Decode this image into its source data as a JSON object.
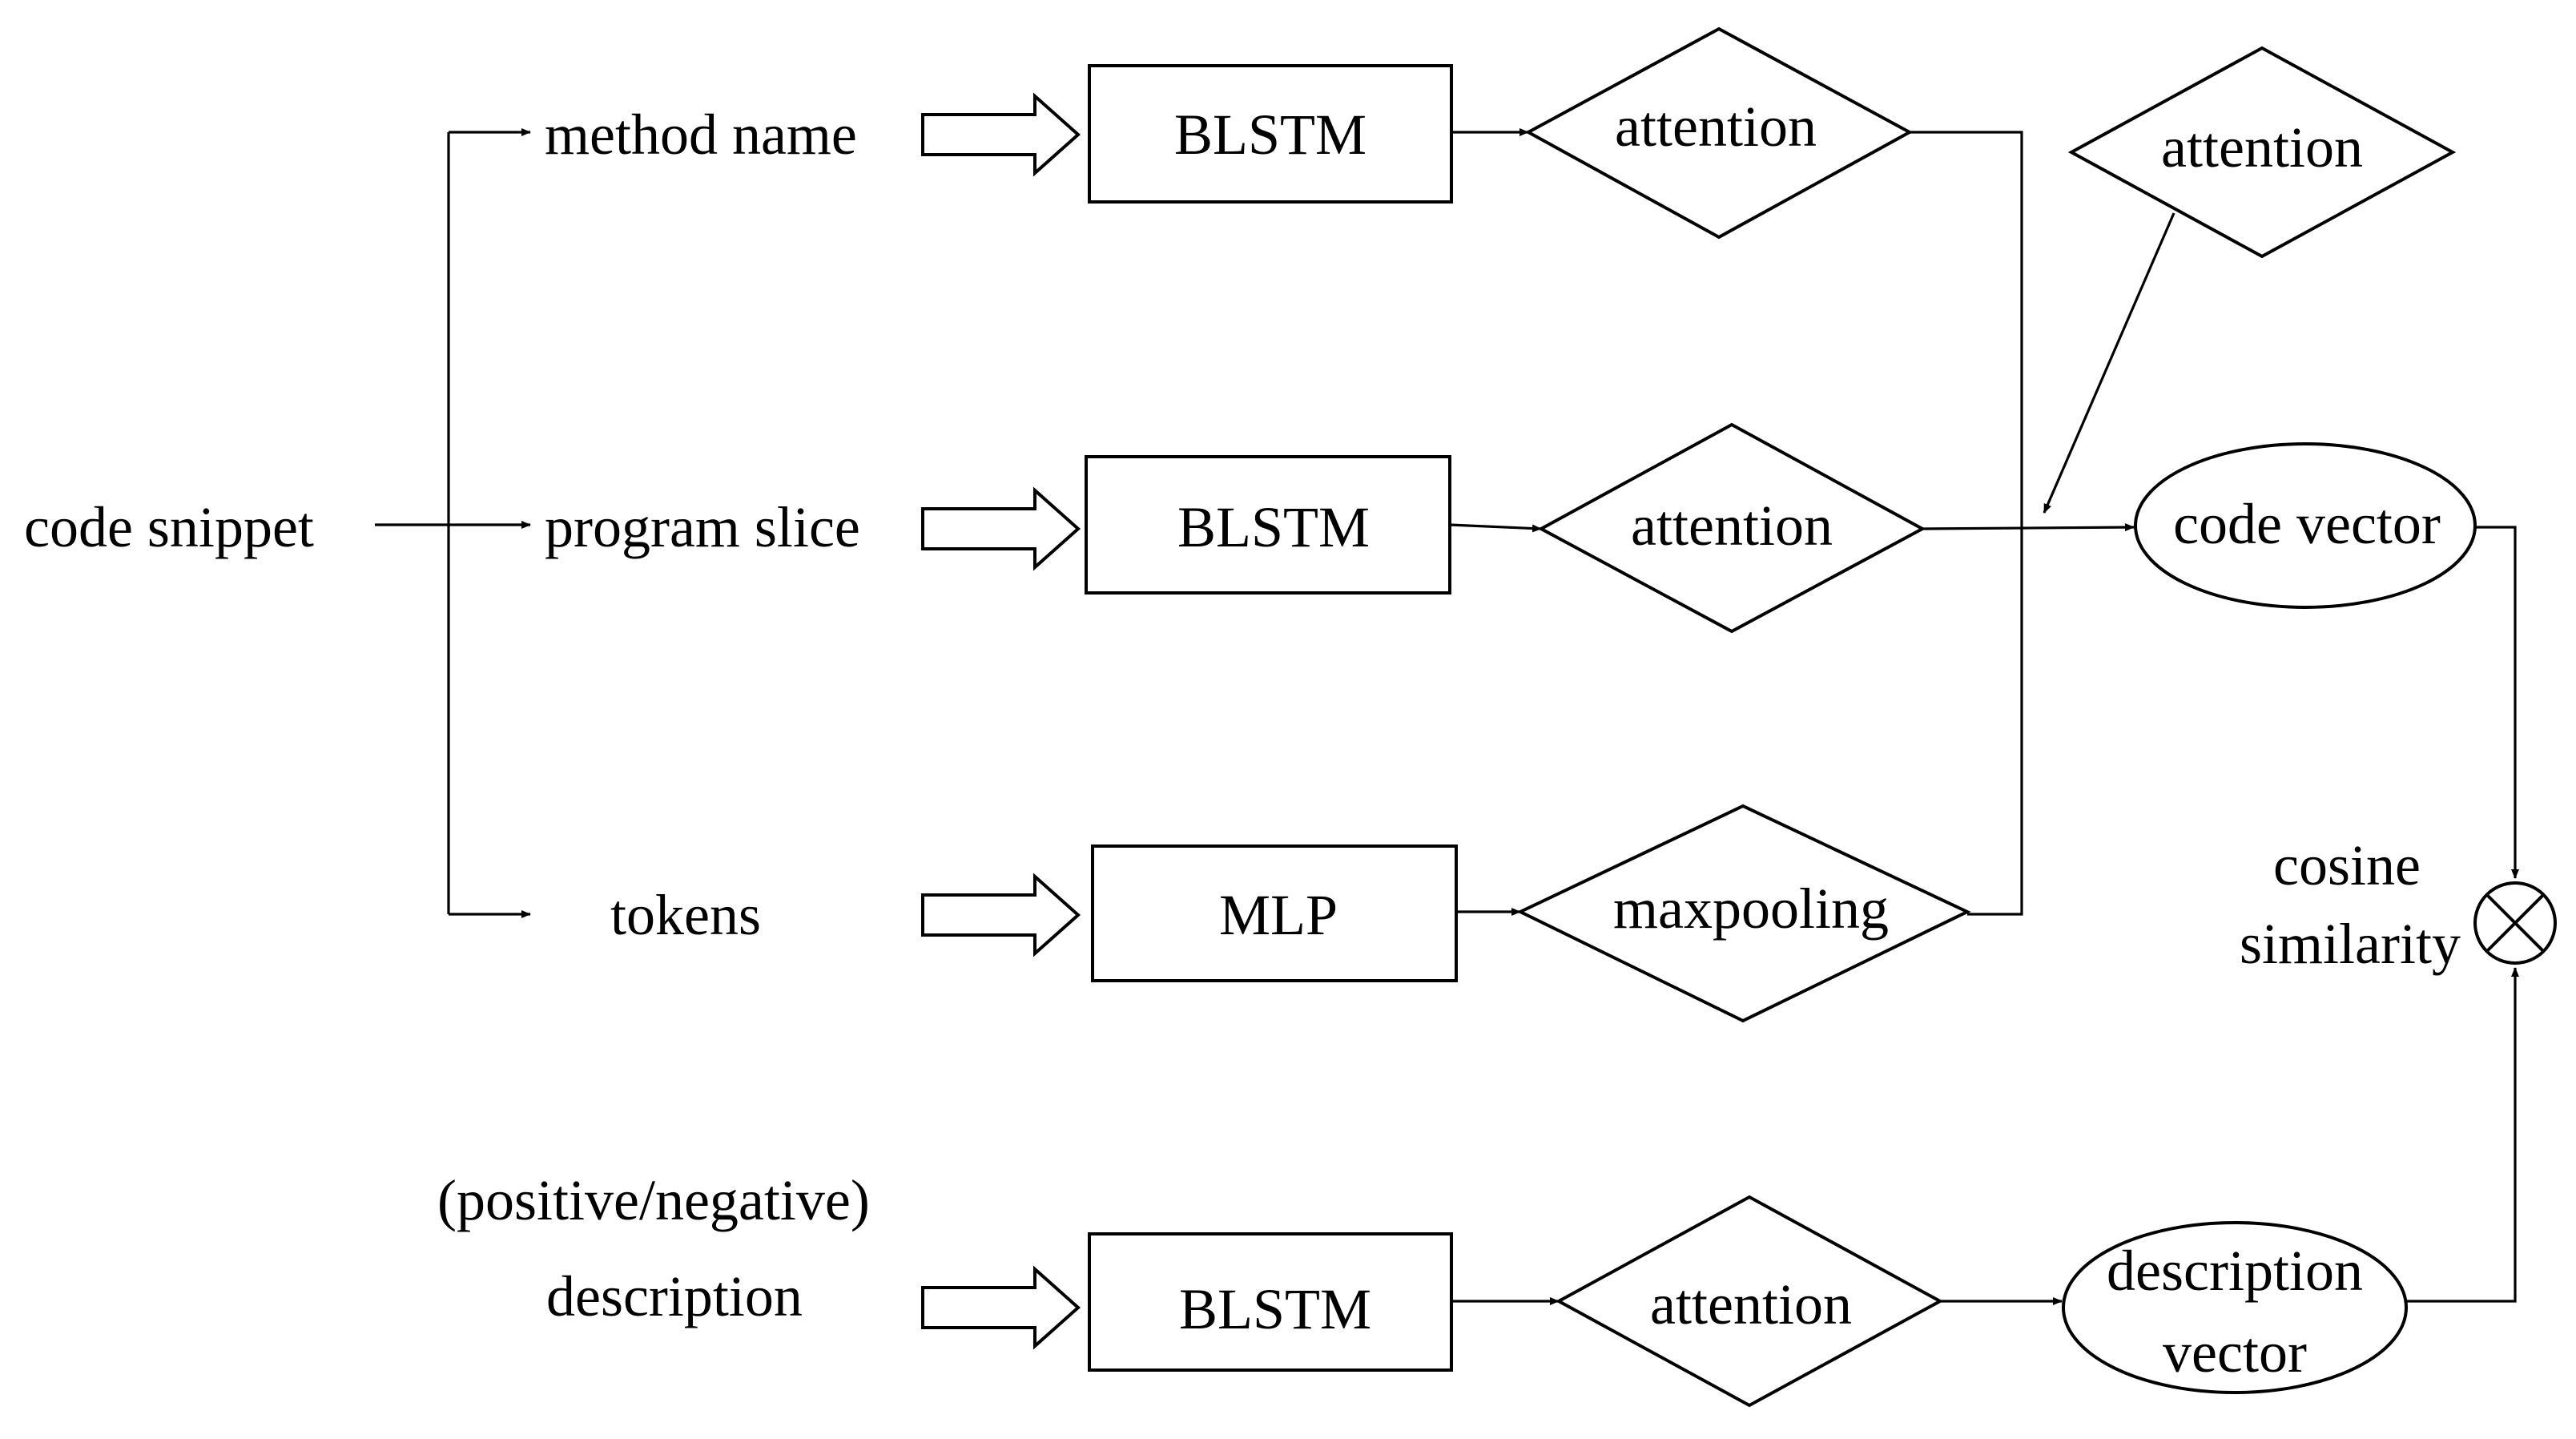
{
  "inputs": {
    "code_snippet": "code snippet",
    "method_name": "method name",
    "program_slice": "program slice",
    "tokens": "tokens",
    "description_qualifier": "(positive/negative)",
    "description": "description"
  },
  "encoders": {
    "method_name": "BLSTM",
    "program_slice": "BLSTM",
    "tokens": "MLP",
    "description": "BLSTM"
  },
  "pooling": {
    "method_name": "attention",
    "program_slice": "attention",
    "tokens": "maxpooling",
    "description": "attention",
    "fusion": "attention"
  },
  "vectors": {
    "code_vector": "code vector",
    "description_vector_line1": "description",
    "description_vector_line2": "vector"
  },
  "similarity": {
    "label_line1": "cosine",
    "label_line2": "similarity",
    "operator": "⊗"
  }
}
